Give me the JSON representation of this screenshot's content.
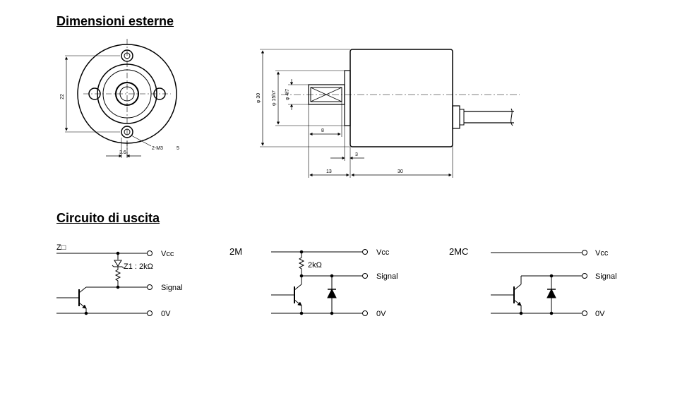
{
  "headings": {
    "external_dimensions": "Dimensioni esterne",
    "output_circuit": "Circuito di uscita"
  },
  "front_view": {
    "dim_height": "22",
    "dim_offset": "3.6",
    "dim_screw": "2-M3",
    "dim_depth": "5"
  },
  "side_view": {
    "dim_body_diameter": "φ 30",
    "dim_pilot_diameter": "φ 15h7",
    "dim_shaft_diameter": "φ 4f7",
    "dim_flat": "8",
    "dim_pilot_length": "3",
    "dim_shaft_length": "13",
    "dim_body_length": "30"
  },
  "circuits": [
    {
      "title": "Z□",
      "resistor_label": "Z1 : 2kΩ",
      "vcc": "Vcc",
      "signal": "Signal",
      "zero": "0V"
    },
    {
      "title": "2M",
      "resistor_label": "2kΩ",
      "vcc": "Vcc",
      "signal": "Signal",
      "zero": "0V"
    },
    {
      "title": "2MC",
      "vcc": "Vcc",
      "signal": "Signal",
      "zero": "0V"
    }
  ]
}
